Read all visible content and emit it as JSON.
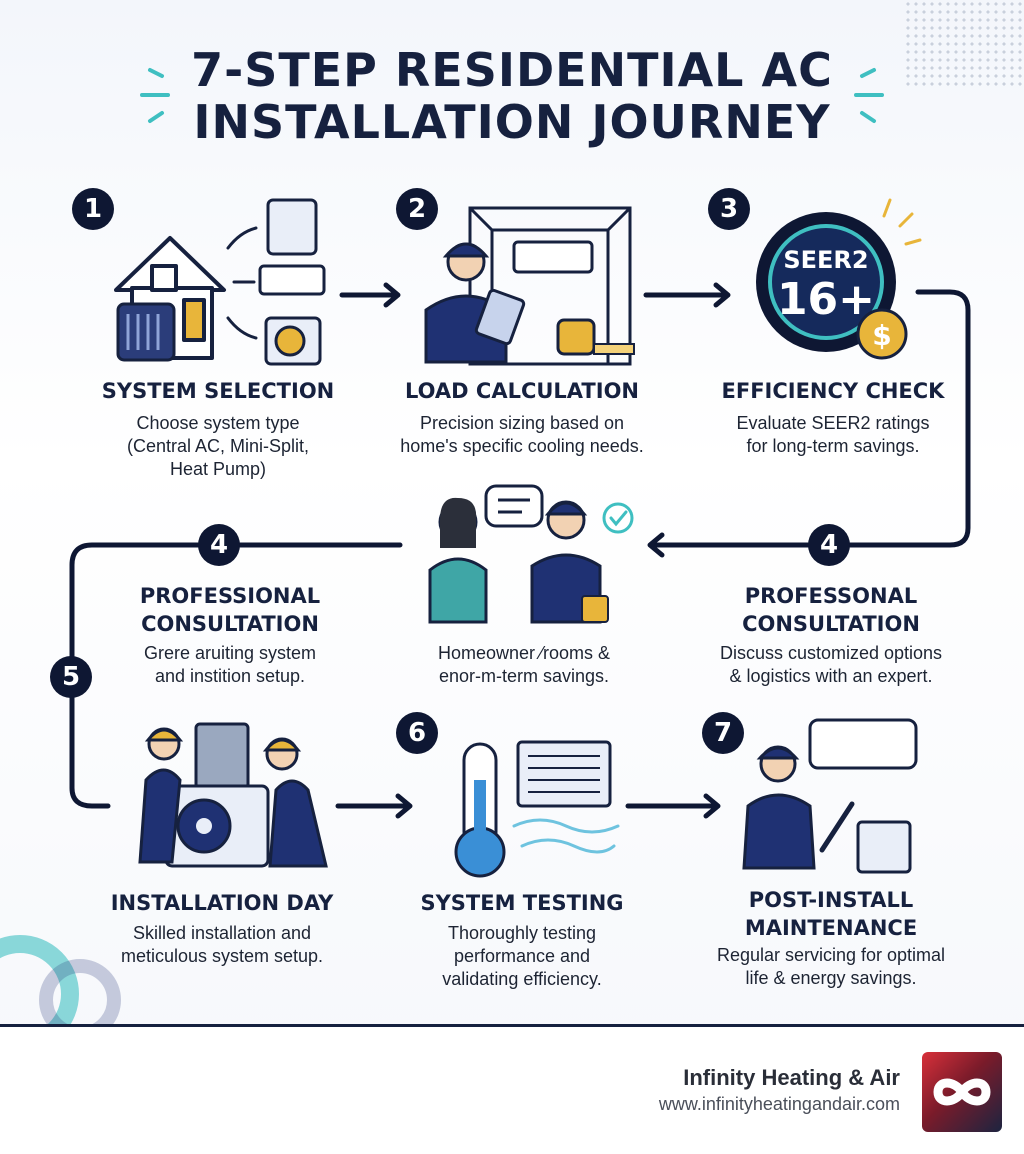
{
  "title": {
    "line1": "7-STEP RESIDENTIAL AC",
    "line2": "INSTALLATION JOURNEY"
  },
  "steps": [
    {
      "number": "1",
      "heading": "SYSTEM SELECTION",
      "desc": [
        "Choose system type",
        "(Central AC, Mini-Split,",
        "Heat Pump)"
      ]
    },
    {
      "number": "2",
      "heading": "LOAD CALCULATION",
      "desc": [
        "Precision sizing based on",
        "home's specific cooling needs."
      ]
    },
    {
      "number": "3",
      "heading": "EFFICIENCY CHECK",
      "desc": [
        "Evaluate SEER2 ratings",
        "for long-term savings."
      ]
    },
    {
      "number": "4",
      "heading": [
        "PROFESSIONAL",
        "CONSULTATION"
      ],
      "desc": [
        "Grere aruiting system",
        "and instition setup."
      ]
    },
    {
      "number": "",
      "heading": [],
      "desc": [
        "Homeowner ⁄rooms &",
        "enor-m-term savings."
      ]
    },
    {
      "number": "4",
      "heading": [
        "PROFESSONAL",
        "CONSULTATION"
      ],
      "desc": [
        "Discuss customized options",
        "& logistics with an expert."
      ]
    },
    {
      "number": "5",
      "heading": "INSTALLATION DAY",
      "desc": [
        "Skilled installation and",
        "meticulous system setup."
      ]
    },
    {
      "number": "6",
      "heading": "SYSTEM TESTING",
      "desc": [
        "Thoroughly testing",
        "performance and",
        "validating efficiency."
      ]
    },
    {
      "number": "7",
      "heading": [
        "POST-INSTALL",
        "MAINTENANCE"
      ],
      "desc": [
        "Regular servicing for optimal",
        "life & energy savings."
      ]
    }
  ],
  "seer_badge": {
    "line1": "SEER2",
    "line2": "16+",
    "coin": "$"
  },
  "brand": {
    "name": "Infinity Heating & Air",
    "url": "www.infinityheatingandair.com"
  },
  "colors": {
    "navy": "#0e1733",
    "accent_teal": "#3fbfc1",
    "gold": "#e8b53a",
    "thermo_blue": "#3a8fd6"
  }
}
